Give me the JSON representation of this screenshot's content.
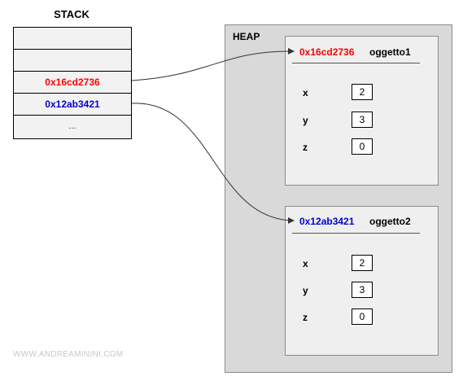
{
  "stack": {
    "title": "STACK",
    "cells": [
      "",
      "",
      "0x16cd2736",
      "0x12ab3421",
      "..."
    ]
  },
  "heap": {
    "title": "HEAP",
    "objects": [
      {
        "address": "0x16cd2736",
        "name": "oggetto1",
        "fields": [
          {
            "name": "x",
            "value": "2"
          },
          {
            "name": "y",
            "value": "3"
          },
          {
            "name": "z",
            "value": "0"
          }
        ]
      },
      {
        "address": "0x12ab3421",
        "name": "oggetto2",
        "fields": [
          {
            "name": "x",
            "value": "2"
          },
          {
            "name": "y",
            "value": "3"
          },
          {
            "name": "z",
            "value": "0"
          }
        ]
      }
    ]
  },
  "watermark": "WWW.ANDREAMININI.COM",
  "colors": {
    "address1": "#ff0000",
    "address2": "#0000cc",
    "connector": "#333333"
  }
}
